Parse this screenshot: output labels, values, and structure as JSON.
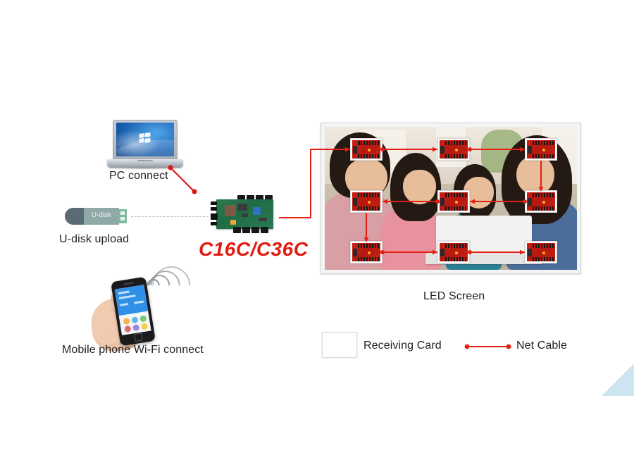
{
  "diagram": {
    "title_text": "C16C/C36C",
    "background_color": "#ffffff",
    "accent_color": "#e01b12"
  },
  "sources": {
    "pc": {
      "label": "PC connect",
      "icon": "laptop-icon",
      "connection": "red-solid-line"
    },
    "udisk": {
      "label": "U-disk upload",
      "device_text": "U-disk",
      "icon": "usb-flash-drive-icon",
      "connection": "gray-dashed-line"
    },
    "mobile": {
      "label": "Mobile phone Wi-Fi connect",
      "icon": "smartphone-in-hand-icon",
      "connection": "wifi-waves"
    }
  },
  "controller": {
    "name": "C16C/C36C",
    "icon": "controller-card-icon",
    "color": "#e01b12"
  },
  "display": {
    "label": "LED Screen",
    "icon": "led-screen-icon",
    "rows": 3,
    "columns": 3,
    "receiving_cards": [
      {
        "id": "r1c1",
        "row": 1,
        "col": 1
      },
      {
        "id": "r1c2",
        "row": 1,
        "col": 2
      },
      {
        "id": "r1c3",
        "row": 1,
        "col": 3
      },
      {
        "id": "r2c1",
        "row": 2,
        "col": 1
      },
      {
        "id": "r2c2",
        "row": 2,
        "col": 2
      },
      {
        "id": "r2c3",
        "row": 2,
        "col": 3
      },
      {
        "id": "r3c1",
        "row": 3,
        "col": 1
      },
      {
        "id": "r3c2",
        "row": 3,
        "col": 2
      },
      {
        "id": "r3c3",
        "row": 3,
        "col": 3
      }
    ]
  },
  "legend": {
    "receiving_card": {
      "label": "Receiving Card",
      "icon": "receiving-card-icon"
    },
    "net_cable": {
      "label": "Net Cable",
      "icon": "net-cable-line-icon",
      "color": "#e41f13"
    }
  }
}
